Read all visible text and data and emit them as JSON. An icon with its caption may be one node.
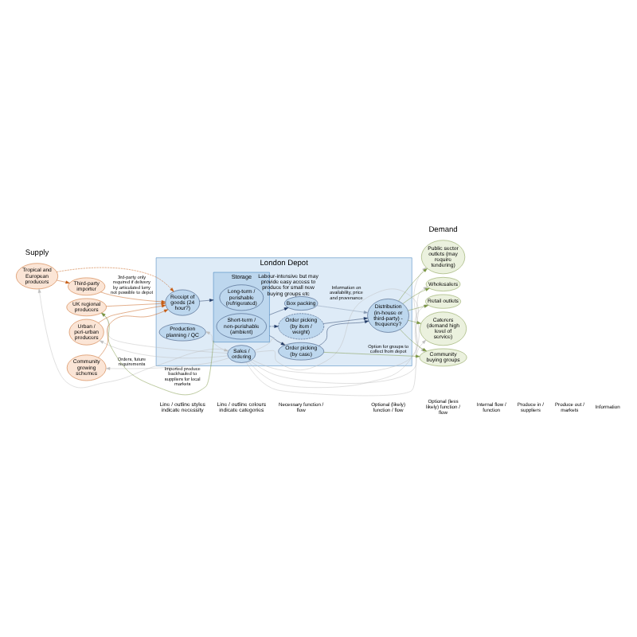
{
  "diagram": {
    "nodes": [
      {
        "text": [
          "London Depot"
        ]
      },
      {
        "text": [
          "Third-party importer"
        ]
      },
      {
        "text": [
          "Tropical and European producers"
        ]
      },
      {
        "text": [
          "UK regional producers"
        ]
      },
      {
        "text": [
          "Urban / peri-urban producers"
        ]
      },
      {
        "text": [
          "Community growing schemes"
        ]
      },
      {
        "text": [
          "Receipt of goods (24 hour?)"
        ],
        "in": 0
      },
      {
        "text": [
          "Production planning / QC"
        ],
        "in": 0
      },
      {
        "text": [
          "Sales / ordering"
        ],
        "in": 0
      },
      {
        "text": [
          "Storage"
        ],
        "in": 0
      },
      {
        "text": [
          "Long-term / perishable (refrigerated)"
        ],
        "in": 9
      },
      {
        "text": [
          "Short-term / non-perishable (ambient)"
        ],
        "in": 9
      },
      {
        "text": [
          "Order picking (by case)"
        ],
        "in": 0
      },
      {
        "text": [
          "Order picking (by item / weight)"
        ],
        "in": 0
      },
      {
        "text": [
          "Box packing"
        ],
        "in": 0,
        "beside": [
          "Labour-intensive but may provide easy access to produce for small new buying groups etc"
        ]
      },
      {
        "text": [
          "Distribution (in-house or third-party) - frequency?"
        ],
        "in": 0
      },
      {
        "text": [
          "Community buying groups"
        ]
      },
      {
        "text": [
          "Retail outlets"
        ]
      },
      {
        "text": [
          "Caterers (demand high level of service)"
        ]
      },
      {
        "text": [
          "Public sector outlets (may require tendering)"
        ]
      },
      {
        "text": [
          "Wholesalers"
        ]
      }
    ],
    "edges": [
      {
        "from": 8,
        "to": 2,
        "arrow": "to",
        "color": "#bfbfbf",
        "label": "Orders, future requirements"
      },
      {
        "from": 8,
        "to": 3,
        "arrow": "to",
        "color": "#bfbfbf"
      },
      {
        "from": 8,
        "to": 4,
        "arrow": "to",
        "color": "#bfbfbf"
      },
      {
        "from": 8,
        "to": 5,
        "arrow": "to",
        "color": "#bfbfbf"
      },
      {
        "from": 2,
        "to": 1,
        "arrow": "to",
        "color": "#c55a11"
      },
      {
        "from": 2,
        "to": 6,
        "arrow": "to",
        "style": "dashed",
        "color": "#c55a11"
      },
      {
        "from": 1,
        "to": 6,
        "arrow": "to",
        "color": "#c55a11",
        "label": "3rd-party only required if delivery by articulated lorry not possible to depot"
      },
      {
        "from": 3,
        "to": 6,
        "arrow": "to",
        "color": "#c55a11"
      },
      {
        "from": 4,
        "to": 6,
        "arrow": "to",
        "color": "#c55a11"
      },
      {
        "from": 5,
        "to": 6,
        "arrow": "to",
        "color": "#c55a11"
      },
      {
        "from": 6,
        "to": 9,
        "arrow": "to",
        "color": "#1f3864"
      },
      {
        "from": 7,
        "to": 8,
        "arrow": "both",
        "color": "#bfbfbf"
      },
      {
        "from": 8,
        "to": 12,
        "arrow": "to",
        "color": "#bfbfbf"
      },
      {
        "from": 9,
        "to": 12,
        "arrow": "to",
        "color": "#1f3864"
      },
      {
        "from": 9,
        "to": 13,
        "arrow": "to",
        "style": "dashed",
        "color": "#1f3864"
      },
      {
        "from": 9,
        "to": 14,
        "arrow": "to",
        "color": "#1f3864"
      },
      {
        "from": 12,
        "to": 15,
        "arrow": "to",
        "color": "#1f3864"
      },
      {
        "from": 13,
        "to": 15,
        "arrow": "to",
        "color": "#1f3864"
      },
      {
        "from": 14,
        "to": 15,
        "arrow": "to",
        "color": "#8497b0"
      },
      {
        "from": 12,
        "to": 16,
        "arrow": "to",
        "color": "#77933c",
        "label": "Option for groups to collect from depot"
      },
      {
        "from": 15,
        "to": 16,
        "arrow": "to",
        "color": "#77933c"
      },
      {
        "from": 15,
        "to": 17,
        "arrow": "to",
        "color": "#77933c"
      },
      {
        "from": 15,
        "to": 18,
        "arrow": "to",
        "color": "#77933c"
      },
      {
        "from": 15,
        "to": 19,
        "arrow": "to",
        "color": "#77933c"
      },
      {
        "from": 15,
        "to": 20,
        "arrow": "to",
        "color": "#77933c"
      },
      {
        "from": 9,
        "to": 3,
        "arrow": "to",
        "color": "#77933c",
        "label": "Imported produce backhauled to suppliers for local markets"
      },
      {
        "from": 8,
        "to": 16,
        "arrow": "to",
        "color": "#bfbfbf",
        "label": "Information on availability, price and provenance"
      },
      {
        "from": 8,
        "to": 17,
        "arrow": "to",
        "color": "#bfbfbf"
      },
      {
        "from": 8,
        "to": 18,
        "arrow": "to",
        "color": "#bfbfbf"
      },
      {
        "from": 8,
        "to": 19,
        "arrow": "to",
        "color": "#bfbfbf"
      },
      {
        "from": 8,
        "to": 20,
        "arrow": "to",
        "color": "#bfbfbf"
      }
    ],
    "labels": [
      "Supply",
      "Demand",
      "Line / outline styles indicate necessity",
      "Line / outline colours indicate categories"
    ],
    "legend": [
      {
        "text": "Necessary function / flow"
      },
      {
        "text": "Optional (likely) function / flow"
      },
      {
        "text": "Optional (less likely) function / flow"
      },
      {
        "text": "Internal flow / function"
      },
      {
        "text": "Produce in / suppliers"
      },
      {
        "text": "Produce out / markets"
      },
      {
        "text": "Information"
      }
    ]
  }
}
